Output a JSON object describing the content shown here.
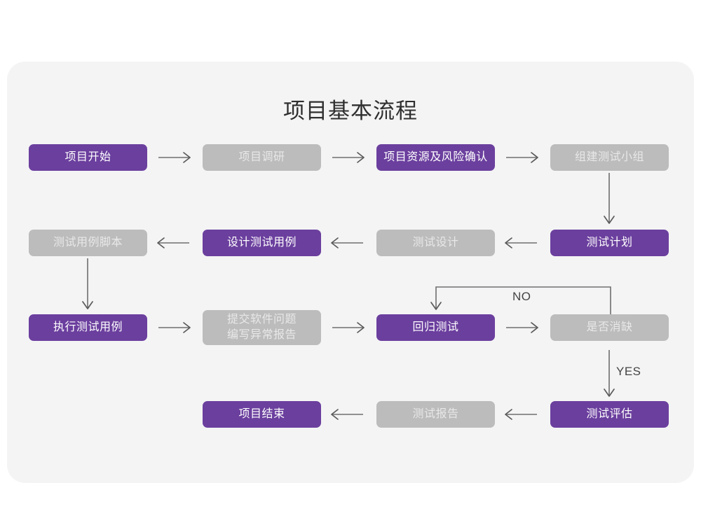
{
  "title": "项目基本流程",
  "colors": {
    "page_background": "#ffffff",
    "card_background": "#f4f4f5",
    "active_node": "#6b3f9e",
    "active_node_text": "#ffffff",
    "inactive_node": "#bcbcbc",
    "inactive_node_text": "#e8e8e8",
    "connector": "#6e6e6e",
    "title_text": "#2f2f2f"
  },
  "chart_data": {
    "type": "diagram",
    "title": "项目基本流程",
    "nodes": [
      {
        "id": "n1",
        "label": "项目开始",
        "state": "purple",
        "row": 1,
        "col": 1
      },
      {
        "id": "n2",
        "label": "项目调研",
        "state": "gray",
        "row": 1,
        "col": 2
      },
      {
        "id": "n3",
        "label": "项目资源及风险确认",
        "state": "purple",
        "row": 1,
        "col": 3
      },
      {
        "id": "n4",
        "label": "组建测试小组",
        "state": "gray",
        "row": 1,
        "col": 4
      },
      {
        "id": "n5",
        "label": "测试计划",
        "state": "purple",
        "row": 2,
        "col": 4
      },
      {
        "id": "n6",
        "label": "测试设计",
        "state": "gray",
        "row": 2,
        "col": 3
      },
      {
        "id": "n7",
        "label": "设计测试用例",
        "state": "purple",
        "row": 2,
        "col": 2
      },
      {
        "id": "n8",
        "label": "测试用例脚本",
        "state": "gray",
        "row": 2,
        "col": 1
      },
      {
        "id": "n9",
        "label": "执行测试用例",
        "state": "purple",
        "row": 3,
        "col": 1
      },
      {
        "id": "n10",
        "label": "提交软件问题\n编写异常报告",
        "state": "gray",
        "row": 3,
        "col": 2
      },
      {
        "id": "n11",
        "label": "回归测试",
        "state": "purple",
        "row": 3,
        "col": 3
      },
      {
        "id": "n12",
        "label": "是否消缺",
        "state": "gray",
        "row": 3,
        "col": 4
      },
      {
        "id": "n13",
        "label": "测试评估",
        "state": "purple",
        "row": 4,
        "col": 4
      },
      {
        "id": "n14",
        "label": "测试报告",
        "state": "gray",
        "row": 4,
        "col": 3
      },
      {
        "id": "n15",
        "label": "项目结束",
        "state": "purple",
        "row": 4,
        "col": 2
      }
    ],
    "edges": [
      {
        "from": "n1",
        "to": "n2",
        "label": "",
        "direction": "right"
      },
      {
        "from": "n2",
        "to": "n3",
        "label": "",
        "direction": "right"
      },
      {
        "from": "n3",
        "to": "n4",
        "label": "",
        "direction": "right"
      },
      {
        "from": "n4",
        "to": "n5",
        "label": "",
        "direction": "down"
      },
      {
        "from": "n5",
        "to": "n6",
        "label": "",
        "direction": "left"
      },
      {
        "from": "n6",
        "to": "n7",
        "label": "",
        "direction": "left"
      },
      {
        "from": "n7",
        "to": "n8",
        "label": "",
        "direction": "left"
      },
      {
        "from": "n8",
        "to": "n9",
        "label": "",
        "direction": "down"
      },
      {
        "from": "n9",
        "to": "n10",
        "label": "",
        "direction": "right"
      },
      {
        "from": "n10",
        "to": "n11",
        "label": "",
        "direction": "right"
      },
      {
        "from": "n11",
        "to": "n12",
        "label": "",
        "direction": "right"
      },
      {
        "from": "n12",
        "to": "n11",
        "label": "NO",
        "direction": "loop-up-left"
      },
      {
        "from": "n12",
        "to": "n13",
        "label": "YES",
        "direction": "down"
      },
      {
        "from": "n13",
        "to": "n14",
        "label": "",
        "direction": "left"
      },
      {
        "from": "n14",
        "to": "n15",
        "label": "",
        "direction": "left"
      }
    ],
    "edge_labels": [
      "NO",
      "YES"
    ]
  }
}
